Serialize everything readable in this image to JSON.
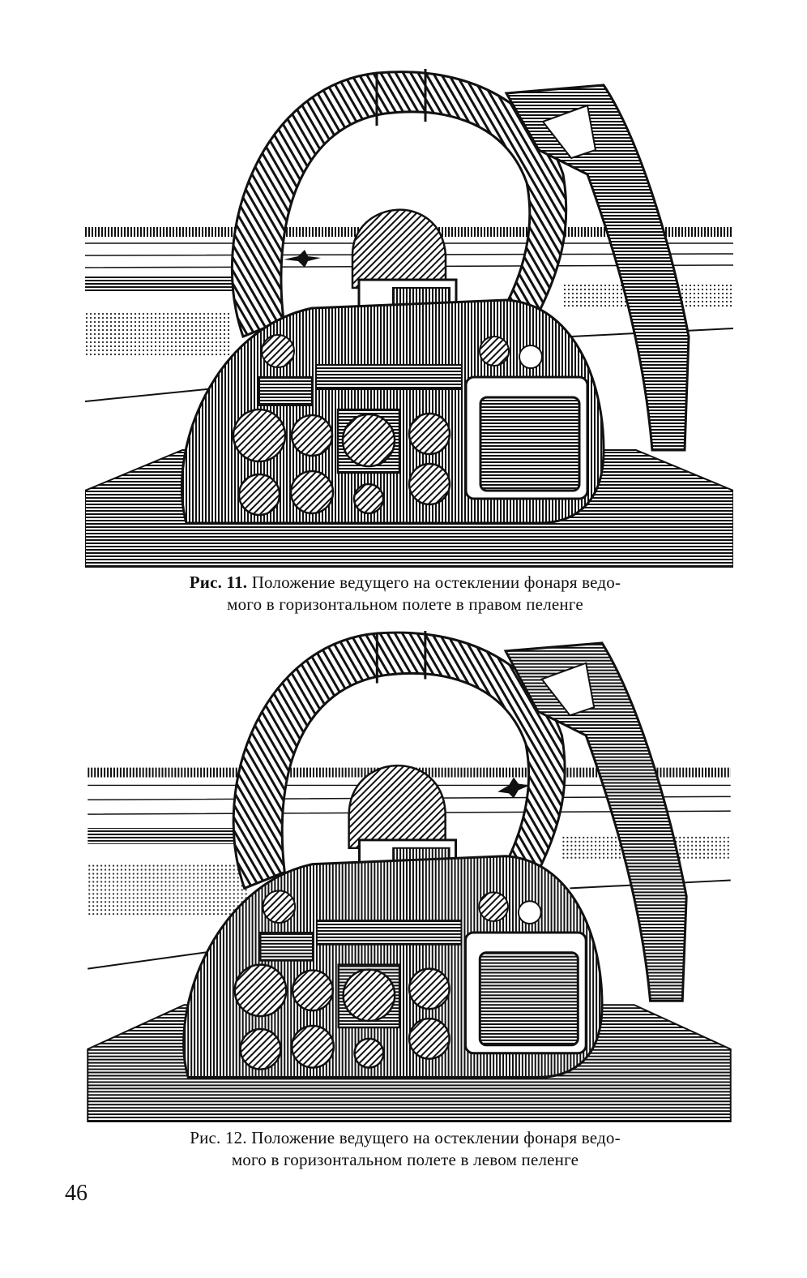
{
  "figures": [
    {
      "label": "Рис. 11.",
      "text": "Положение ведущего на остеклении фонаря ведо-",
      "text2": "мого в горизонтальном полете в правом пеленге"
    },
    {
      "label": "Рис. 12.",
      "text": "Положение ведущего на остеклении фонаря ведо-",
      "text2": "мого в горизонтальном полете в левом пеленге"
    }
  ],
  "page_number": "46"
}
